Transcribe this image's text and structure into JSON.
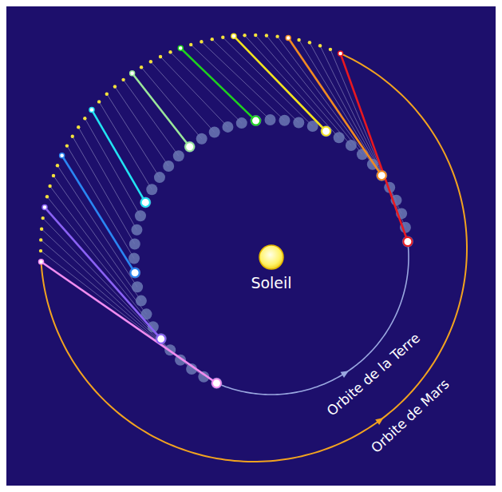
{
  "diagram": {
    "labels": [
      "Soleil",
      "Orbite de la Terre",
      "Orbite de Mars"
    ]
  }
}
